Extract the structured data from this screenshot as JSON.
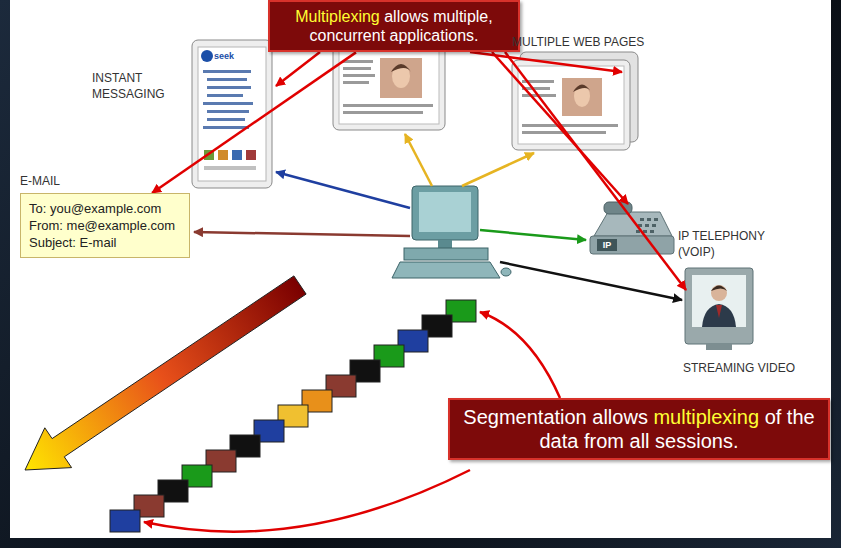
{
  "diagram": {
    "nodes": [
      {
        "text": [
          "Multiplexing",
          "allows multiple, concurrent applications."
        ]
      },
      {
        "text": [
          "E-MAIL",
          "To: you@example.com",
          "From: me@example.com",
          "Subject: E-mail"
        ]
      },
      {
        "text": [
          "Segmentation allows",
          "multiplexing",
          "of the data from all sessions."
        ]
      }
    ],
    "edges": [
      {
        "from": 0,
        "to": 1,
        "arrow": "to"
      }
    ],
    "labels": [
      "INSTANT MESSAGING",
      "seek",
      "MULTIPLE WEB PAGES",
      "IP",
      "IP TELEPHONY (VOIP)",
      "STREAMING VIDEO"
    ]
  }
}
